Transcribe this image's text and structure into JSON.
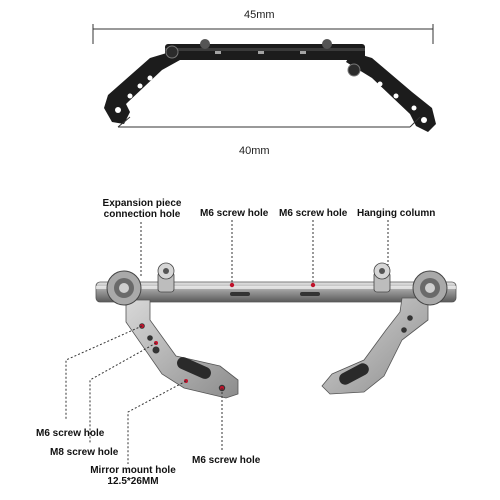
{
  "top_diagram": {
    "width_top": "45mm",
    "width_bottom": "40mm"
  },
  "labels": {
    "expansion_1": "Expansion piece",
    "expansion_2": "connection hole",
    "m6_a": "M6 screw hole",
    "m6_b": "M6 screw hole",
    "hanging": "Hanging column",
    "m6_c": "M6 screw hole",
    "m8": "M8 screw hole",
    "mirror_1": "Mirror mount hole",
    "mirror_2": "12.5*26MM",
    "m6_d": "M6 screw hole"
  },
  "colors": {
    "bracket_dark": "#1c1c1c",
    "metal_light": "#c8c8c8",
    "metal_mid": "#8a8a8a",
    "metal_dark": "#4a4a4a",
    "hole_red": "#c0122b"
  }
}
